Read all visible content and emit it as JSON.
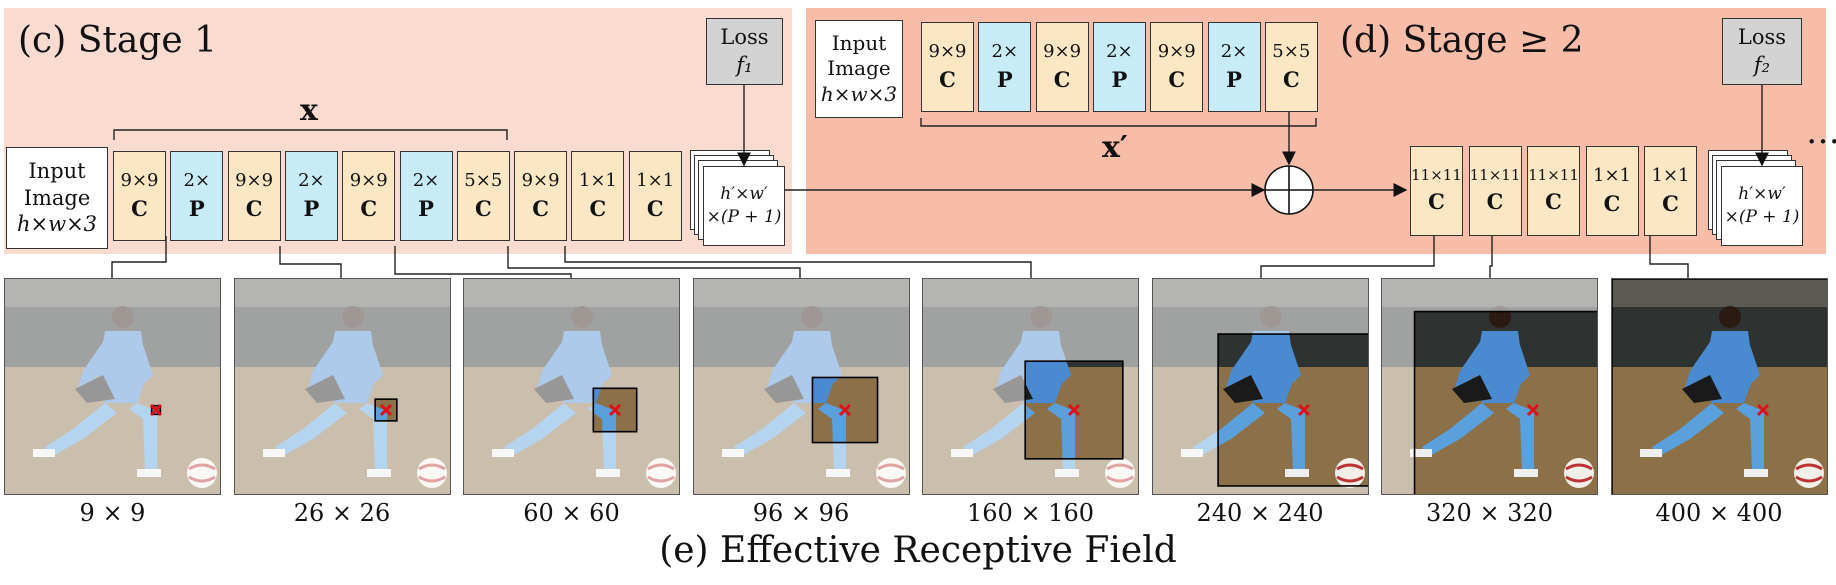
{
  "stage1": {
    "title": "(c) Stage 1",
    "input": {
      "line1": "Input",
      "line2": "Image",
      "line3": "h×w×3"
    },
    "bracket_label": "x",
    "layers": [
      {
        "t1": "9×9",
        "t2": "C",
        "kind": "conv"
      },
      {
        "t1": "2×",
        "t2": "P",
        "kind": "pool"
      },
      {
        "t1": "9×9",
        "t2": "C",
        "kind": "conv"
      },
      {
        "t1": "2×",
        "t2": "P",
        "kind": "pool"
      },
      {
        "t1": "9×9",
        "t2": "C",
        "kind": "conv"
      },
      {
        "t1": "2×",
        "t2": "P",
        "kind": "pool"
      },
      {
        "t1": "5×5",
        "t2": "C",
        "kind": "conv"
      },
      {
        "t1": "9×9",
        "t2": "C",
        "kind": "conv"
      },
      {
        "t1": "1×1",
        "t2": "C",
        "kind": "conv"
      },
      {
        "t1": "1×1",
        "t2": "C",
        "kind": "conv"
      }
    ],
    "loss": {
      "line1": "Loss",
      "line2": "f₁"
    },
    "output": {
      "line1": "h′×w′",
      "line2": "×(P + 1)"
    }
  },
  "stage2": {
    "title": "(d) Stage ≥ 2",
    "input": {
      "line1": "Input",
      "line2": "Image",
      "line3": "h×w×3"
    },
    "bracket_label": "x′",
    "top_layers": [
      {
        "t1": "9×9",
        "t2": "C",
        "kind": "conv"
      },
      {
        "t1": "2×",
        "t2": "P",
        "kind": "pool"
      },
      {
        "t1": "9×9",
        "t2": "C",
        "kind": "conv"
      },
      {
        "t1": "2×",
        "t2": "P",
        "kind": "pool"
      },
      {
        "t1": "9×9",
        "t2": "C",
        "kind": "conv"
      },
      {
        "t1": "2×",
        "t2": "P",
        "kind": "pool"
      },
      {
        "t1": "5×5",
        "t2": "C",
        "kind": "conv"
      }
    ],
    "bottom_layers": [
      {
        "t1": "11×11",
        "t2": "C",
        "kind": "conv"
      },
      {
        "t1": "11×11",
        "t2": "C",
        "kind": "conv"
      },
      {
        "t1": "11×11",
        "t2": "C",
        "kind": "conv"
      },
      {
        "t1": "1×1",
        "t2": "C",
        "kind": "conv"
      },
      {
        "t1": "1×1",
        "t2": "C",
        "kind": "conv"
      }
    ],
    "loss": {
      "line1": "Loss",
      "line2": "f₂"
    },
    "output": {
      "line1": "h′×w′",
      "line2": "×(P + 1)"
    },
    "continuation": "…"
  },
  "receptive_fields": [
    {
      "label": "9 × 9",
      "fraction": 0.04
    },
    {
      "label": "26 × 26",
      "fraction": 0.1
    },
    {
      "label": "60 × 60",
      "fraction": 0.2
    },
    {
      "label": "96 × 96",
      "fraction": 0.3
    },
    {
      "label": "160 × 160",
      "fraction": 0.45
    },
    {
      "label": "240 × 240",
      "fraction": 0.7
    },
    {
      "label": "320 × 320",
      "fraction": 0.85
    },
    {
      "label": "400 × 400",
      "fraction": 1.0
    }
  ],
  "caption": "(e) Effective Receptive Field",
  "colors": {
    "stage1_bg": "#fadbd0",
    "stage2_bg": "#f7bda8",
    "conv": "#fbe7c4",
    "pool": "#c7ebf7",
    "loss": "#d3d3d3",
    "marker": "#e0101a"
  }
}
